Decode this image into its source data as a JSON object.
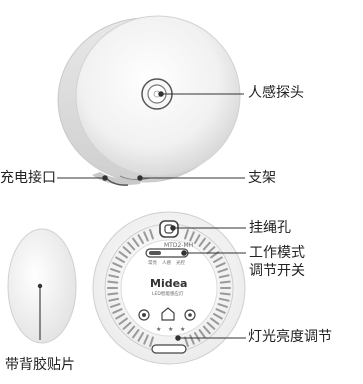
{
  "callouts": {
    "sensor": "人感探头",
    "charging_port": "充电接口",
    "stand": "支架",
    "lanyard_hole": "挂绳孔",
    "mode_switch_line1": "工作模式",
    "mode_switch_line2": "调节开关",
    "brightness": "灯光亮度调节",
    "adhesive_pad": "带背胶贴片"
  },
  "device_back": {
    "brand": "Midea",
    "subtitle": "LED智能感应灯",
    "model_text": "MTD2-MH",
    "mode_labels": [
      "常亮",
      "人感",
      "光控"
    ]
  },
  "colors": {
    "line": "#333333",
    "body": "#f4f4f4",
    "accent": "#444444"
  }
}
